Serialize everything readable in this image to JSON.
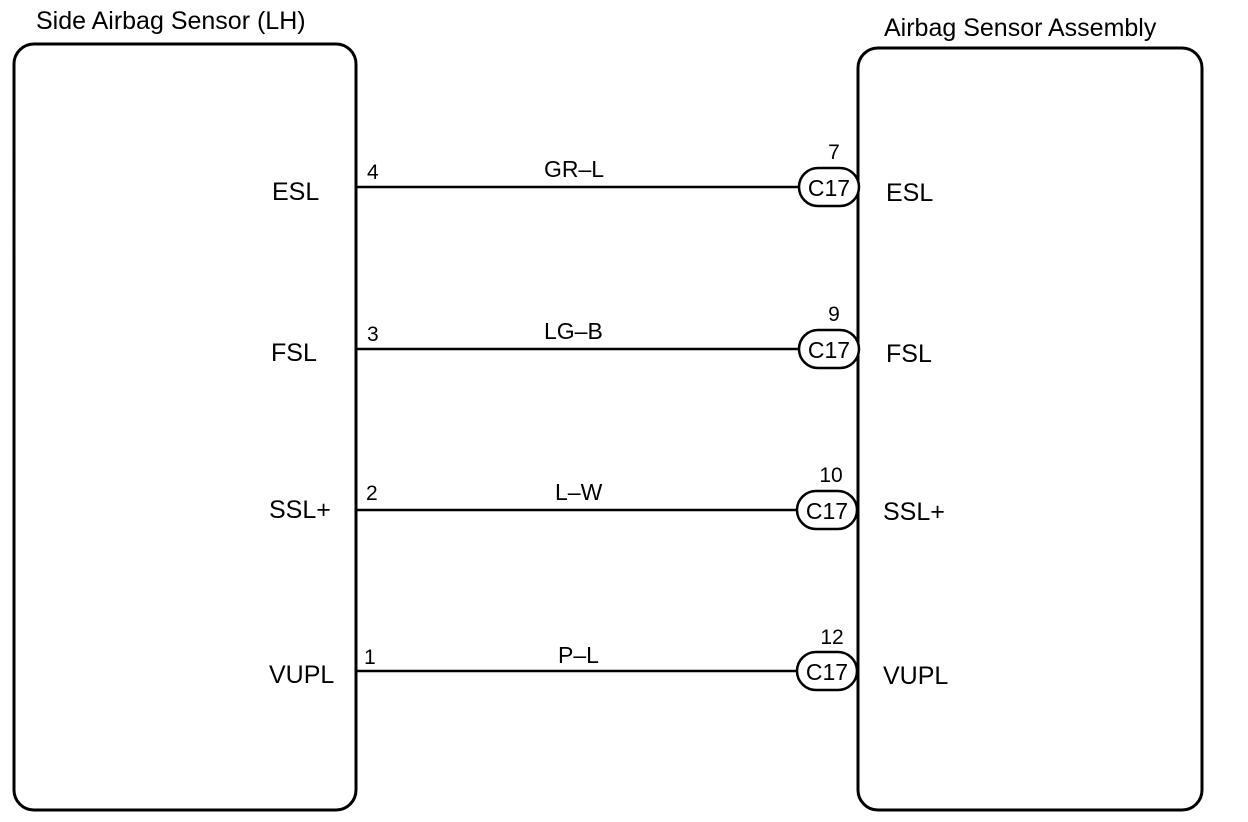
{
  "left_component": {
    "title": "Side Airbag Sensor (LH)"
  },
  "right_component": {
    "title": "Airbag Sensor Assembly"
  },
  "wires": [
    {
      "left_terminal": "ESL",
      "left_pin": "4",
      "wire_color": "GR–L",
      "connector": "C17",
      "right_pin": "7",
      "right_terminal": "ESL"
    },
    {
      "left_terminal": "FSL",
      "left_pin": "3",
      "wire_color": "LG–B",
      "connector": "C17",
      "right_pin": "9",
      "right_terminal": "FSL"
    },
    {
      "left_terminal": "SSL+",
      "left_pin": "2",
      "wire_color": "L–W",
      "connector": "C17",
      "right_pin": "10",
      "right_terminal": "SSL+"
    },
    {
      "left_terminal": "VUPL",
      "left_pin": "1",
      "wire_color": "P–L",
      "connector": "C17",
      "right_pin": "12",
      "right_terminal": "VUPL"
    }
  ]
}
